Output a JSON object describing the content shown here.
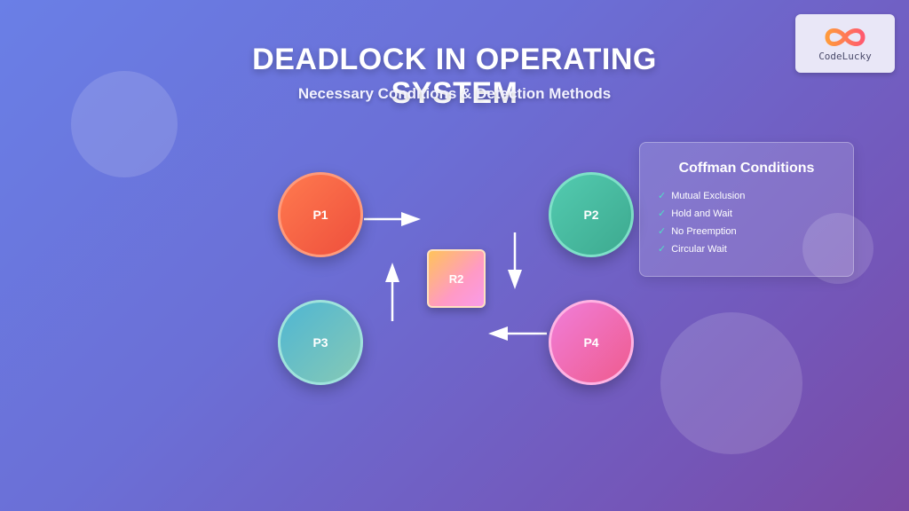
{
  "header": {
    "title": "DEADLOCK IN OPERATING SYSTEM",
    "subtitle": "Necessary Conditions & Detection Methods"
  },
  "logo": {
    "text": "CodeLucky",
    "icon": "infinity-logo-icon"
  },
  "diagram": {
    "processes": [
      {
        "id": "P1",
        "label": "P1",
        "color": "#ee4f3c"
      },
      {
        "id": "P2",
        "label": "P2",
        "color": "#3da98f"
      },
      {
        "id": "P3",
        "label": "P3",
        "color": "#4fb6d3"
      },
      {
        "id": "P4",
        "label": "P4",
        "color": "#ef5b8e"
      }
    ],
    "resource": {
      "id": "R2",
      "label": "R2"
    },
    "edges": [
      {
        "from": "P1",
        "direction": "right"
      },
      {
        "from": "P2",
        "direction": "down"
      },
      {
        "from": "P4",
        "direction": "left"
      },
      {
        "from": "P3",
        "direction": "up"
      }
    ]
  },
  "panel": {
    "title": "Coffman Conditions",
    "check_icon": "check-icon",
    "items": [
      "Mutual Exclusion",
      "Hold and Wait",
      "No Preemption",
      "Circular Wait"
    ]
  }
}
